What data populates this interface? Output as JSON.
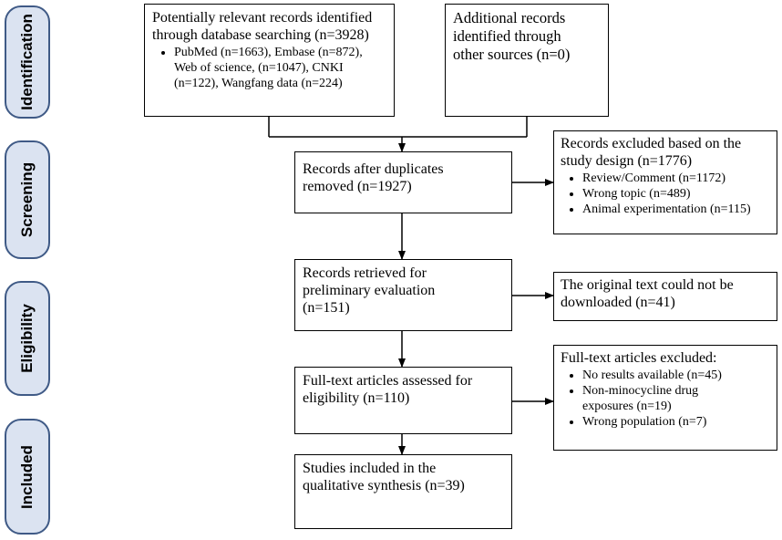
{
  "phases": {
    "identification": "Identification",
    "screening": "Screening",
    "eligibility": "Eligibility",
    "included": "Included"
  },
  "boxes": {
    "database": {
      "title": "Potentially relevant records identified\nthrough database searching (n=3928)",
      "bullets": [
        "PubMed (n=1663), Embase (n=872),\nWeb of science,  (n=1047), CNKI\n(n=122), Wangfang data (n=224)"
      ]
    },
    "additional": {
      "title": "Additional records\nidentified through\nother sources (n=0)"
    },
    "duplicates": {
      "title": "Records after duplicates\nremoved (n=1927)"
    },
    "excluded_design": {
      "title": "Records excluded based on the\nstudy design (n=1776)",
      "bullets": [
        "Review/Comment (n=1172)",
        "Wrong topic (n=489)",
        "Animal experimentation (n=115)"
      ]
    },
    "retrieved": {
      "title": "Records retrieved for\npreliminary evaluation\n(n=151)"
    },
    "not_downloaded": {
      "title": "The original text could not be\ndownloaded (n=41)"
    },
    "fulltext": {
      "title": "Full-text articles assessed for\neligibility (n=110)"
    },
    "fulltext_excluded": {
      "title": "Full-text articles excluded:",
      "bullets": [
        "No results available (n=45)",
        "Non-minocycline drug\nexposures (n=19)",
        "Wrong population (n=7)"
      ]
    },
    "included": {
      "title": "Studies included in the\nqualitative synthesis (n=39)"
    }
  }
}
